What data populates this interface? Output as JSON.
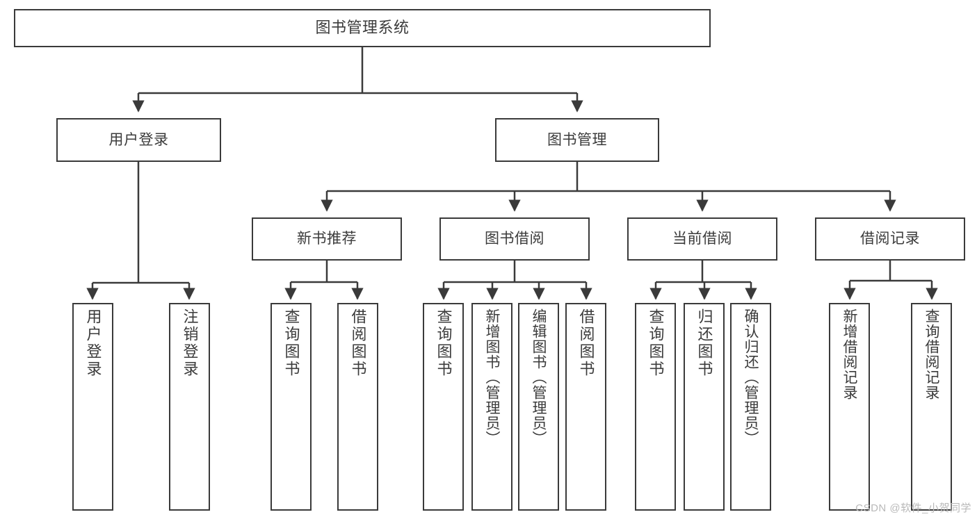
{
  "diagram": {
    "title": "图书管理系统",
    "type": "hierarchy-tree",
    "colors": {
      "box_border": "#3a3a3a",
      "box_fill": "#ffffff",
      "connector": "#3a3a3a",
      "text": "#3b3b3b",
      "watermark": "#b9b9b9",
      "background": "#ffffff"
    },
    "root": {
      "id": "root",
      "label": "图书管理系统"
    },
    "level2": [
      {
        "id": "user-login",
        "label": "用户登录"
      },
      {
        "id": "book-manage",
        "label": "图书管理"
      }
    ],
    "level3": [
      {
        "id": "new-book-recommend",
        "label": "新书推荐",
        "parent": "book-manage"
      },
      {
        "id": "book-borrow",
        "label": "图书借阅",
        "parent": "book-manage"
      },
      {
        "id": "current-borrow",
        "label": "当前借阅",
        "parent": "book-manage"
      },
      {
        "id": "borrow-record",
        "label": "借阅记录",
        "parent": "book-manage"
      }
    ],
    "leaves": [
      {
        "id": "leaf-user-login",
        "label": "用户登录",
        "parent": "user-login"
      },
      {
        "id": "leaf-user-logout",
        "label": "注销登录",
        "parent": "user-login"
      },
      {
        "id": "leaf-query-book-1",
        "label": "查询图书",
        "parent": "new-book-recommend"
      },
      {
        "id": "leaf-borrow-book-1",
        "label": "借阅图书",
        "parent": "new-book-recommend"
      },
      {
        "id": "leaf-query-book-2",
        "label": "查询图书",
        "parent": "book-borrow"
      },
      {
        "id": "leaf-add-book",
        "label": "新增图书（管理员）",
        "parent": "book-borrow"
      },
      {
        "id": "leaf-edit-book",
        "label": "编辑图书（管理员）",
        "parent": "book-borrow"
      },
      {
        "id": "leaf-borrow-book-2",
        "label": "借阅图书",
        "parent": "book-borrow"
      },
      {
        "id": "leaf-query-book-3",
        "label": "查询图书",
        "parent": "current-borrow"
      },
      {
        "id": "leaf-return-book",
        "label": "归还图书",
        "parent": "current-borrow"
      },
      {
        "id": "leaf-confirm-return",
        "label": "确认归还（管理员）",
        "parent": "current-borrow"
      },
      {
        "id": "leaf-add-record",
        "label": "新增借阅记录",
        "parent": "borrow-record"
      },
      {
        "id": "leaf-query-record",
        "label": "查询借阅记录",
        "parent": "borrow-record"
      }
    ]
  },
  "watermark": {
    "text": "CSDN @软件_小贺同学"
  }
}
